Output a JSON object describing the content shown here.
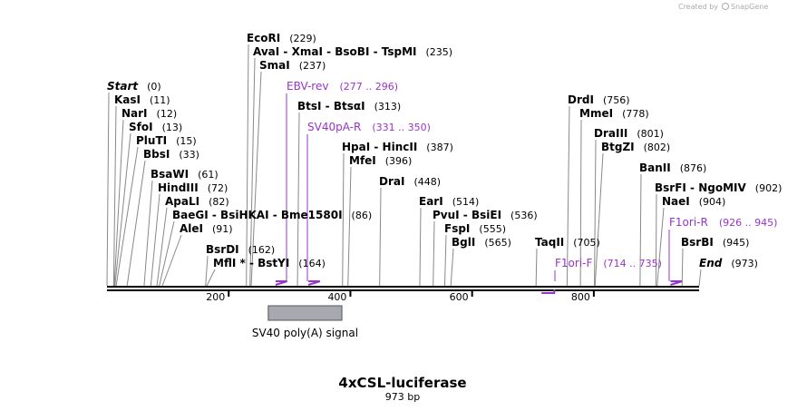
{
  "credit": {
    "created_by": "Created by",
    "brand": "SnapGene"
  },
  "plasmid": {
    "name": "4xCSL-luciferase",
    "length_label": "973 bp",
    "length": 973
  },
  "sites": [
    {
      "parts": [
        {
          "name": "EcoRI"
        }
      ],
      "pos_label": "(229)",
      "pos": 229
    },
    {
      "parts": [
        {
          "name": "AvaI"
        },
        {
          "name": "XmaI"
        },
        {
          "name": "BsoBI"
        },
        {
          "name": "TspMI"
        }
      ],
      "pos_label": "(235)",
      "pos": 235
    },
    {
      "parts": [
        {
          "name": "SmaI"
        }
      ],
      "pos_label": "(237)",
      "pos": 237
    },
    {
      "parts": [
        {
          "name": "Start",
          "italic": true
        }
      ],
      "pos_label": "(0)",
      "pos": 0
    },
    {
      "parts": [
        {
          "name": "KasI"
        }
      ],
      "pos_label": "(11)",
      "pos": 11
    },
    {
      "parts": [
        {
          "name": "NarI"
        }
      ],
      "pos_label": "(12)",
      "pos": 12
    },
    {
      "parts": [
        {
          "name": "SfoI"
        }
      ],
      "pos_label": "(13)",
      "pos": 13
    },
    {
      "parts": [
        {
          "name": "PluTI"
        }
      ],
      "pos_label": "(15)",
      "pos": 15
    },
    {
      "parts": [
        {
          "name": "BbsI"
        }
      ],
      "pos_label": "(33)",
      "pos": 33
    },
    {
      "parts": [
        {
          "name": "BsaWI"
        }
      ],
      "pos_label": "(61)",
      "pos": 61
    },
    {
      "parts": [
        {
          "name": "HindIII"
        }
      ],
      "pos_label": "(72)",
      "pos": 72
    },
    {
      "parts": [
        {
          "name": "ApaLI"
        }
      ],
      "pos_label": "(82)",
      "pos": 82
    },
    {
      "parts": [
        {
          "name": "BaeGI"
        },
        {
          "name": "BsiHKAI"
        },
        {
          "name": "Bme1580I"
        }
      ],
      "pos_label": "(86)",
      "pos": 86
    },
    {
      "parts": [
        {
          "name": "AleI"
        }
      ],
      "pos_label": "(91)",
      "pos": 91
    },
    {
      "parts": [
        {
          "name": "BsrDI"
        }
      ],
      "pos_label": "(162)",
      "pos": 162
    },
    {
      "parts": [
        {
          "name": "MflI",
          "star": true
        },
        {
          "name": "BstYI"
        }
      ],
      "pos_label": "(164)",
      "pos": 164
    },
    {
      "parts": [
        {
          "name": "BtsI"
        },
        {
          "name": "BtsαI"
        }
      ],
      "pos_label": "(313)",
      "pos": 313
    },
    {
      "parts": [
        {
          "name": "HpaI"
        },
        {
          "name": "HincII"
        }
      ],
      "pos_label": "(387)",
      "pos": 387
    },
    {
      "parts": [
        {
          "name": "MfeI"
        }
      ],
      "pos_label": "(396)",
      "pos": 396
    },
    {
      "parts": [
        {
          "name": "DraI"
        }
      ],
      "pos_label": "(448)",
      "pos": 448
    },
    {
      "parts": [
        {
          "name": "EarI"
        }
      ],
      "pos_label": "(514)",
      "pos": 514
    },
    {
      "parts": [
        {
          "name": "PvuI"
        },
        {
          "name": "BsiEI"
        }
      ],
      "pos_label": "(536)",
      "pos": 536
    },
    {
      "parts": [
        {
          "name": "FspI"
        }
      ],
      "pos_label": "(555)",
      "pos": 555
    },
    {
      "parts": [
        {
          "name": "BglI"
        }
      ],
      "pos_label": "(565)",
      "pos": 565
    },
    {
      "parts": [
        {
          "name": "DrdI"
        }
      ],
      "pos_label": "(756)",
      "pos": 756
    },
    {
      "parts": [
        {
          "name": "MmeI"
        }
      ],
      "pos_label": "(778)",
      "pos": 778
    },
    {
      "parts": [
        {
          "name": "DraIII"
        }
      ],
      "pos_label": "(801)",
      "pos": 801
    },
    {
      "parts": [
        {
          "name": "BtgZI"
        }
      ],
      "pos_label": "(802)",
      "pos": 802
    },
    {
      "parts": [
        {
          "name": "TaqII"
        }
      ],
      "pos_label": "(705)",
      "pos": 705
    },
    {
      "parts": [
        {
          "name": "BanII"
        }
      ],
      "pos_label": "(876)",
      "pos": 876
    },
    {
      "parts": [
        {
          "name": "BsrFI"
        },
        {
          "name": "NgoMIV"
        }
      ],
      "pos_label": "(902)",
      "pos": 902
    },
    {
      "parts": [
        {
          "name": "NaeI"
        }
      ],
      "pos_label": "(904)",
      "pos": 904
    },
    {
      "parts": [
        {
          "name": "BsrBI"
        }
      ],
      "pos_label": "(945)",
      "pos": 945
    },
    {
      "parts": [
        {
          "name": "End",
          "italic": true
        }
      ],
      "pos_label": "(973)",
      "pos": 973
    }
  ],
  "primers": [
    {
      "name": "EBV-rev",
      "range_label": "(277 .. 296)",
      "start": 277,
      "end": 296
    },
    {
      "name": "SV40pA-R",
      "range_label": "(331 .. 350)",
      "start": 331,
      "end": 350
    },
    {
      "name": "F1ori-F",
      "range_label": "(714 .. 735)",
      "start": 714,
      "end": 735
    },
    {
      "name": "F1ori-R",
      "range_label": "(926 .. 945)",
      "start": 926,
      "end": 945
    }
  ],
  "ticks": [
    {
      "label": "200",
      "pos": 200
    },
    {
      "label": "400",
      "pos": 400
    },
    {
      "label": "600",
      "pos": 600
    },
    {
      "label": "800",
      "pos": 800
    }
  ],
  "features": [
    {
      "name": "SV40 poly(A) signal",
      "start": 265,
      "end": 386,
      "color": "#a6a9b0"
    }
  ],
  "colors": {
    "primer": "#9933cc",
    "leader": "#888888",
    "backbone": "#000000"
  }
}
